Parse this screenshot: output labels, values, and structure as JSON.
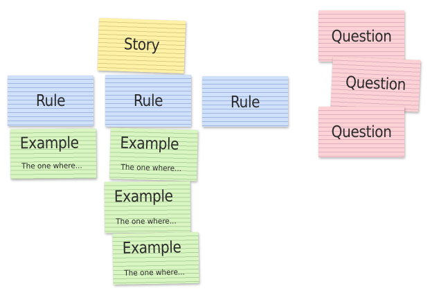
{
  "story": {
    "label": "Story"
  },
  "rules": [
    {
      "label": "Rule"
    },
    {
      "label": "Rule"
    },
    {
      "label": "Rule"
    }
  ],
  "examples": [
    {
      "label": "Example",
      "detail": "The one where..."
    },
    {
      "label": "Example",
      "detail": "The one where..."
    },
    {
      "label": "Example",
      "detail": "The one where..."
    },
    {
      "label": "Example",
      "detail": "The one where..."
    }
  ],
  "questions": [
    {
      "label": "Question"
    },
    {
      "label": "Question"
    },
    {
      "label": "Question"
    }
  ],
  "colors": {
    "story": "#fff2a6",
    "rule": "#cfe0fb",
    "example": "#d9f5c1",
    "question": "#fcd2d6"
  }
}
